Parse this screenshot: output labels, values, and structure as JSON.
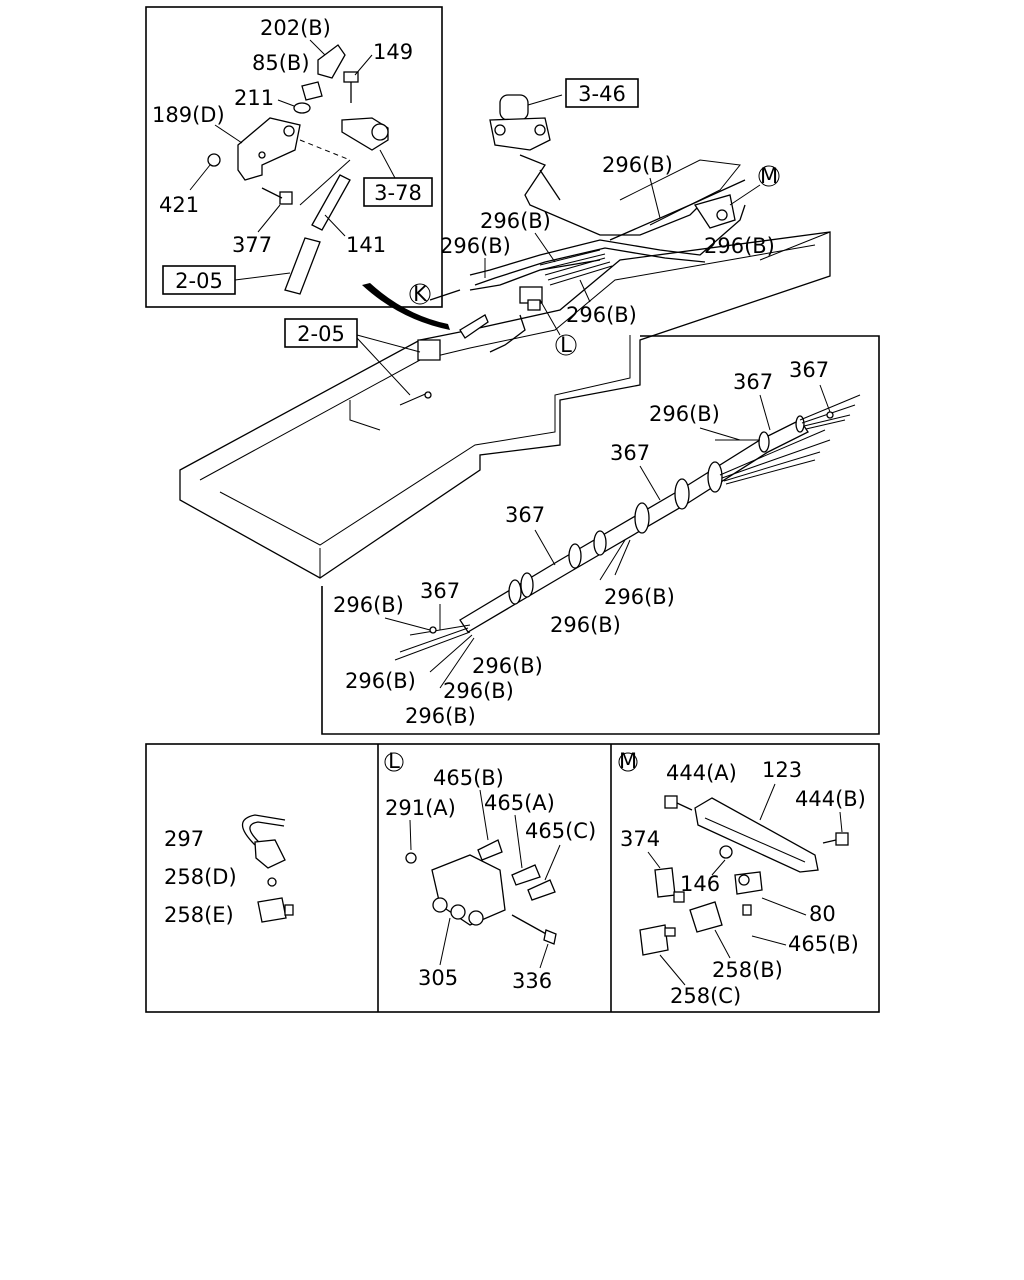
{
  "insets": {
    "top_left": {
      "labels": {
        "p202b": "202(B)",
        "p85b": "85(B)",
        "p149": "149",
        "p211": "211",
        "p189d": "189(D)",
        "p421": "421",
        "p377": "377",
        "p141": "141"
      },
      "refs": {
        "r378": "3-78",
        "r205a": "2-05"
      }
    },
    "bottom_left": {
      "labels": {
        "p297": "297",
        "p258d": "258(D)",
        "p258e": "258(E)"
      }
    },
    "bottom_mid": {
      "marker": "L",
      "labels": {
        "p465b": "465(B)",
        "p291a": "291(A)",
        "p465a": "465(A)",
        "p465c": "465(C)",
        "p305": "305",
        "p336": "336"
      }
    },
    "bottom_right": {
      "marker": "M",
      "labels": {
        "p444a": "444(A)",
        "p123": "123",
        "p444b": "444(B)",
        "p374": "374",
        "p146": "146",
        "p80": "80",
        "p465b": "465(B)",
        "p258b": "258(B)",
        "p258c": "258(C)"
      }
    },
    "harness": {
      "labels": {
        "l367a": "367",
        "l367b": "367",
        "l296b1": "296(B)",
        "l367c": "367",
        "l367d": "367",
        "l296b2": "296(B)",
        "l296b3": "296(B)",
        "l296b4": "296(B)",
        "l367e": "367",
        "l296b5": "296(B)",
        "l296b6": "296(B)",
        "l296b7": "296(B)",
        "l296b8": "296(B)"
      }
    }
  },
  "main": {
    "refs": {
      "r346": "3-46",
      "r205b": "2-05"
    },
    "markers": {
      "k": "K",
      "l": "L",
      "m": "M"
    },
    "labels": {
      "m296b1": "296(B)",
      "m296b2": "296(B)",
      "m296b3": "296(B)",
      "m296b4": "296(B)",
      "m296b5": "296(B)"
    }
  }
}
